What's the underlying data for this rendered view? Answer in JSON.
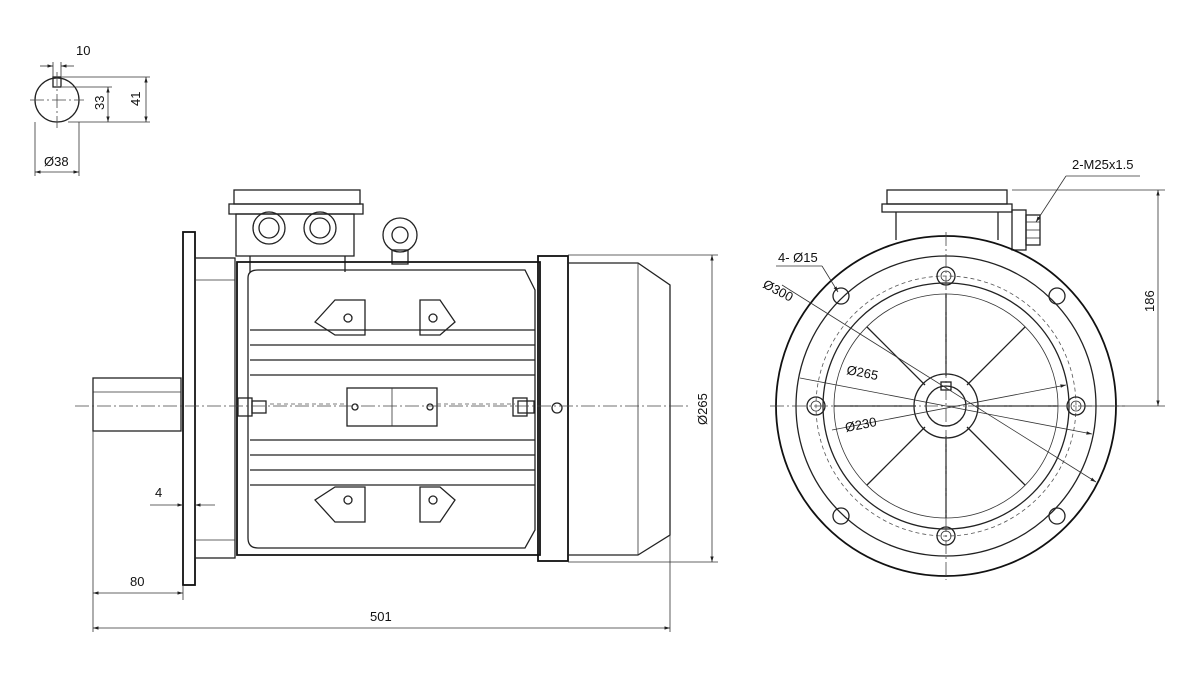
{
  "drawing": {
    "shaft_section": {
      "key_width": "10",
      "key_depth": "33",
      "shaft_height": "41",
      "shaft_diameter": "Ø38"
    },
    "side_view": {
      "shaft_length": "80",
      "flange_step": "4",
      "overall_length": "501",
      "frame_diameter": "Ø265"
    },
    "front_view": {
      "cable_gland": "2-M25x1.5",
      "mount_holes": "4- Ø15",
      "flange_outer": "Ø300",
      "pitch_circle": "Ø265",
      "spigot": "Ø230",
      "center_height": "186"
    }
  },
  "colors": {
    "line": "#222222",
    "background": "#ffffff"
  }
}
